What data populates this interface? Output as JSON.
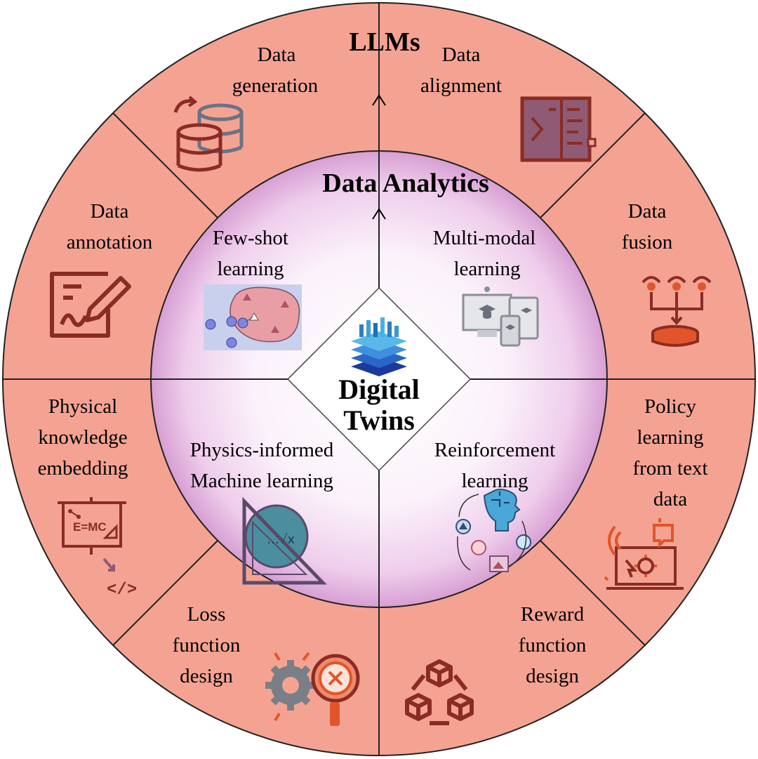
{
  "title_outer": "LLMs",
  "title_inner": "Data Analytics",
  "center_title": [
    "Digital",
    "Twins"
  ],
  "outer_segments": [
    {
      "id": "data-generation",
      "lines": [
        "Data",
        "generation"
      ],
      "icon": "database-sync-icon"
    },
    {
      "id": "data-alignment",
      "lines": [
        "Data",
        "alignment"
      ],
      "icon": "align-document-icon"
    },
    {
      "id": "data-fusion",
      "lines": [
        "Data",
        "fusion"
      ],
      "icon": "sensor-merge-icon"
    },
    {
      "id": "policy-learning",
      "lines": [
        "Policy",
        "learning",
        "from text",
        "data"
      ],
      "icon": "laptop-gear-icon"
    },
    {
      "id": "reward-function",
      "lines": [
        "Reward",
        "function",
        "design"
      ],
      "icon": "connected-cubes-icon"
    },
    {
      "id": "loss-function",
      "lines": [
        "Loss",
        "function",
        "design"
      ],
      "icon": "gear-magnifier-icon"
    },
    {
      "id": "physical-knowledge",
      "lines": [
        "Physical",
        "knowledge",
        "embedding"
      ],
      "icon": "formula-board-icon"
    },
    {
      "id": "data-annotation",
      "lines": [
        "Data",
        "annotation"
      ],
      "icon": "annotate-pen-icon"
    }
  ],
  "inner_segments": [
    {
      "id": "few-shot",
      "lines": [
        "Few-shot",
        "learning"
      ],
      "icon": "cluster-icon"
    },
    {
      "id": "multi-modal",
      "lines": [
        "Multi-modal",
        "learning"
      ],
      "icon": "multi-device-icon"
    },
    {
      "id": "reinforcement",
      "lines": [
        "Reinforcement",
        "learning"
      ],
      "icon": "ai-head-cycle-icon"
    },
    {
      "id": "physics-informed",
      "lines": [
        "Physics-informed",
        "Machine learning"
      ],
      "icon": "geometry-formula-icon"
    }
  ],
  "colors": {
    "outer_ring": "#f4a393",
    "outer_ring_edge": "#e8877a",
    "inner_disc_edge": "#dba6d8",
    "icon_dark": "#8a2c24",
    "icon_orange": "#e2552b",
    "icon_slate": "#6b7283"
  }
}
